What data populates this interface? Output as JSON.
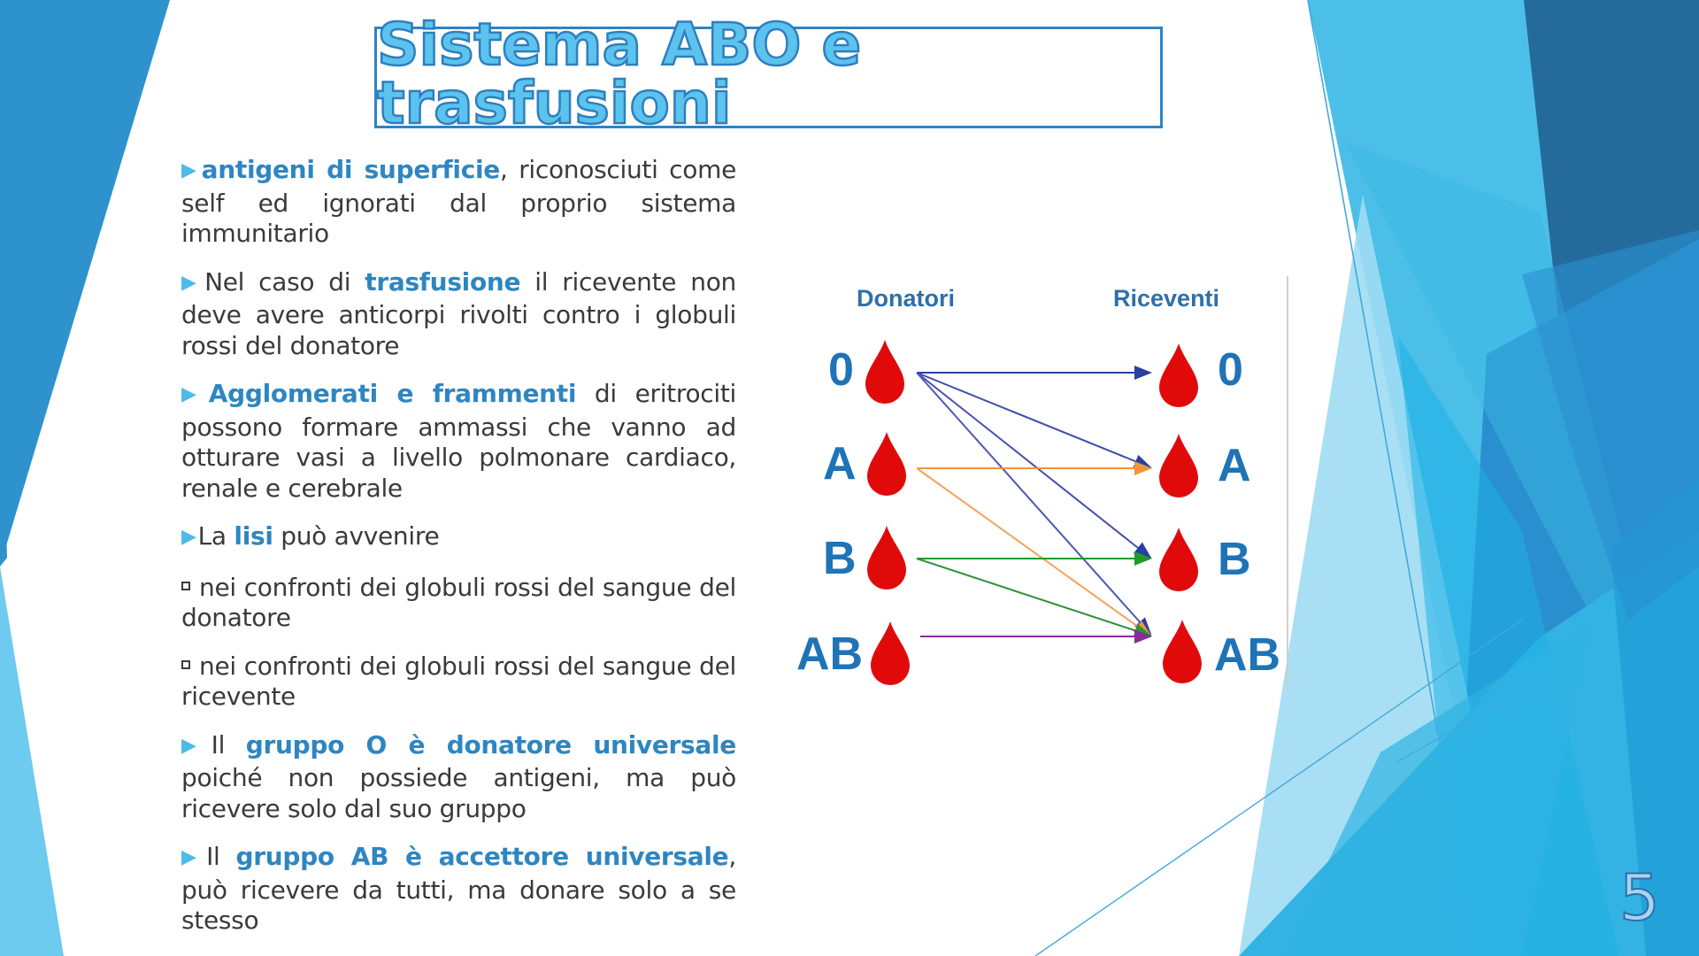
{
  "slide": {
    "title": "Sistema ABO e trasfusioni",
    "page_number": "5",
    "colors": {
      "accent": "#2e86c1",
      "title_fill": "#5bc3ee",
      "title_stroke": "#2e7fbf",
      "body_text": "#3a3a3a",
      "bullet": "#4cbbe8",
      "drop": "#e10a0a"
    }
  },
  "bullets": [
    {
      "type": "triangle",
      "segments": [
        {
          "text": "antigeni di superficie",
          "hl": true
        },
        {
          "text": ", riconosciuti come self ed ignorati dal proprio sistema immunitario",
          "hl": false
        }
      ]
    },
    {
      "type": "triangle",
      "segments": [
        {
          "text": "Nel caso di ",
          "hl": false
        },
        {
          "text": "trasfusione",
          "hl": true
        },
        {
          "text": " il ricevente non deve avere anticorpi rivolti contro i globuli rossi del donatore",
          "hl": false
        }
      ]
    },
    {
      "type": "triangle",
      "segments": [
        {
          "text": "Agglomerati e frammenti",
          "hl": true
        },
        {
          "text": " di eritrociti possono formare ammassi che vanno ad otturare vasi a livello polmonare cardiaco, renale e cerebrale",
          "hl": false
        }
      ]
    },
    {
      "type": "triangle",
      "segments": [
        {
          "text": "La ",
          "hl": false
        },
        {
          "text": "lisi",
          "hl": true
        },
        {
          "text": " può avvenire",
          "hl": false
        }
      ]
    },
    {
      "type": "square",
      "segments": [
        {
          "text": "nei confronti dei globuli rossi del sangue del donatore",
          "hl": false
        }
      ]
    },
    {
      "type": "square",
      "segments": [
        {
          "text": "nei confronti dei globuli rossi del sangue del ricevente",
          "hl": false
        }
      ]
    },
    {
      "type": "triangle",
      "segments": [
        {
          "text": "Il ",
          "hl": false
        },
        {
          "text": "gruppo O è donatore universale",
          "hl": true
        },
        {
          "text": " poiché non possiede antigeni, ma può ricevere solo dal suo gruppo",
          "hl": false
        }
      ]
    },
    {
      "type": "triangle",
      "segments": [
        {
          "text": "Il ",
          "hl": false
        },
        {
          "text": "gruppo AB è accettore universale",
          "hl": true
        },
        {
          "text": ", può ricevere da tutti, ma donare solo a se stesso",
          "hl": false
        }
      ]
    }
  ],
  "diagram": {
    "donors_label": "Donatori",
    "recipients_label": "Riceventi",
    "donors": [
      "0",
      "A",
      "B",
      "AB"
    ],
    "recipients": [
      "0",
      "A",
      "B",
      "AB"
    ],
    "arrows": [
      {
        "from": "0",
        "to": "0",
        "color": "#2b3f9e"
      },
      {
        "from": "0",
        "to": "A",
        "color": "#3d4ea8"
      },
      {
        "from": "0",
        "to": "B",
        "color": "#4650ad"
      },
      {
        "from": "0",
        "to": "AB",
        "color": "#4a58b5"
      },
      {
        "from": "A",
        "to": "A",
        "color": "#f0953a"
      },
      {
        "from": "A",
        "to": "AB",
        "color": "#f2a35a"
      },
      {
        "from": "B",
        "to": "B",
        "color": "#1f9a2e"
      },
      {
        "from": "B",
        "to": "AB",
        "color": "#2f8f3c"
      },
      {
        "from": "AB",
        "to": "AB",
        "color": "#8a2b9a"
      }
    ]
  }
}
